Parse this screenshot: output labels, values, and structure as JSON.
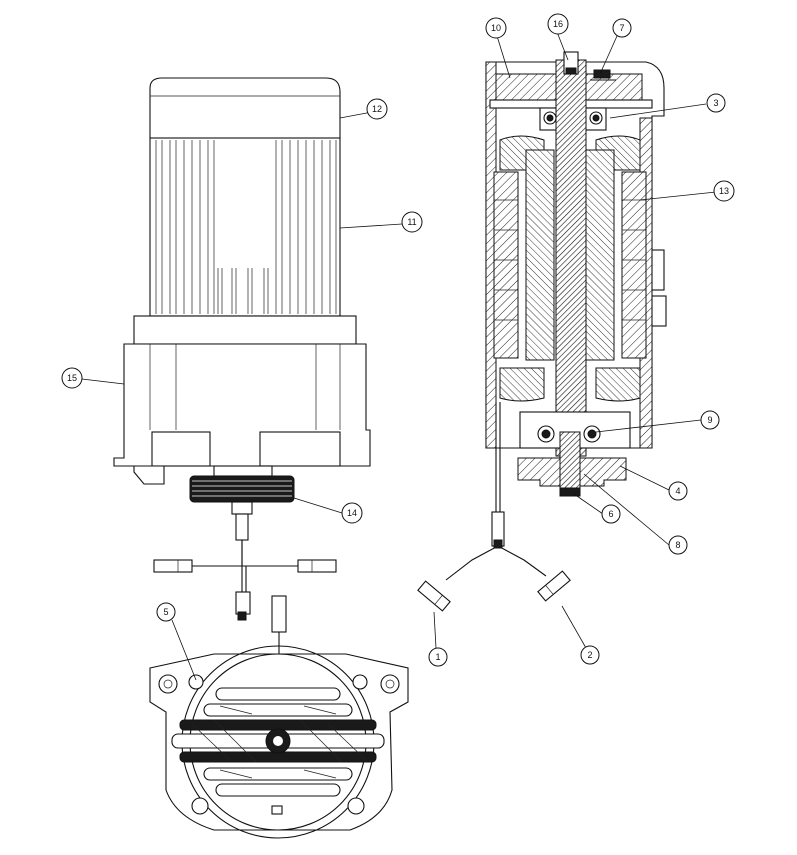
{
  "diagram": {
    "type": "exploded-parts-drawing",
    "line_color": "#111111",
    "background": "#ffffff",
    "callouts": [
      {
        "id": "c1",
        "label": "1"
      },
      {
        "id": "c2",
        "label": "2"
      },
      {
        "id": "c3",
        "label": "3"
      },
      {
        "id": "c4",
        "label": "4"
      },
      {
        "id": "c5",
        "label": "5"
      },
      {
        "id": "c6",
        "label": "6"
      },
      {
        "id": "c7",
        "label": "7"
      },
      {
        "id": "c8",
        "label": "8"
      },
      {
        "id": "c9",
        "label": "9"
      },
      {
        "id": "c10",
        "label": "10"
      },
      {
        "id": "c11",
        "label": "11"
      },
      {
        "id": "c12",
        "label": "12"
      },
      {
        "id": "c13",
        "label": "13"
      },
      {
        "id": "c14",
        "label": "14"
      },
      {
        "id": "c15",
        "label": "15"
      },
      {
        "id": "c16",
        "label": "16"
      }
    ]
  }
}
